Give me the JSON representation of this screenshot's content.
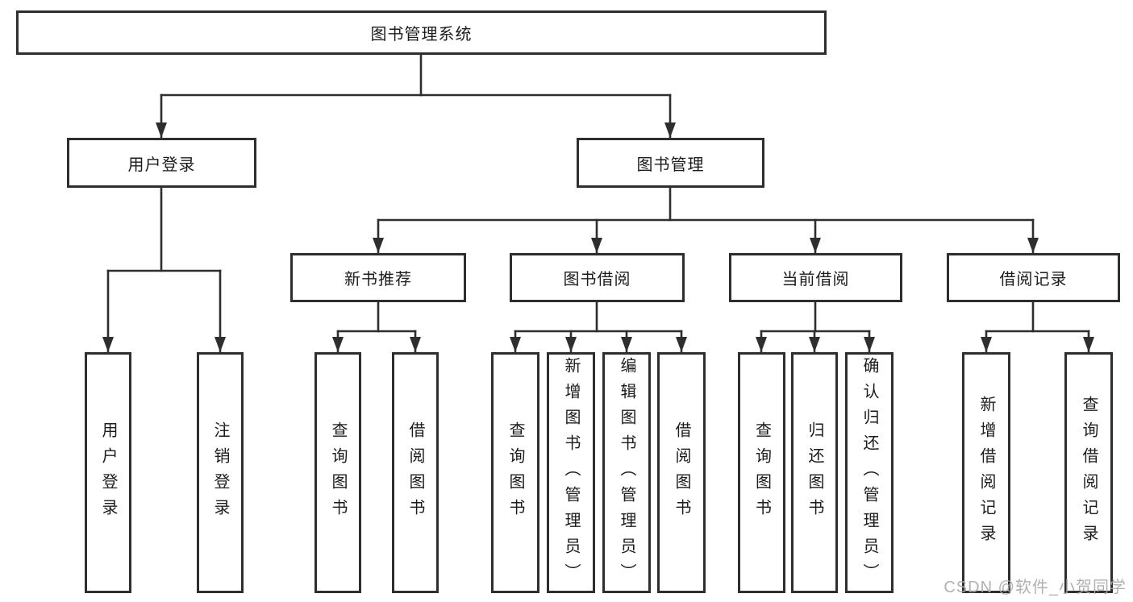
{
  "tree": {
    "root": {
      "label": "图书管理系统"
    },
    "level2": [
      {
        "label": "用户登录"
      },
      {
        "label": "图书管理"
      }
    ],
    "level3": [
      {
        "label": "新书推荐"
      },
      {
        "label": "图书借阅"
      },
      {
        "label": "当前借阅"
      },
      {
        "label": "借阅记录"
      }
    ],
    "leaves": [
      {
        "label": "用户登录",
        "parent": "用户登录"
      },
      {
        "label": "注销登录",
        "parent": "用户登录"
      },
      {
        "label": "查询图书",
        "parent": "新书推荐"
      },
      {
        "label": "借阅图书",
        "parent": "新书推荐"
      },
      {
        "label": "查询图书",
        "parent": "图书借阅"
      },
      {
        "label": "新增图书（管理员）",
        "parent": "图书借阅"
      },
      {
        "label": "编辑图书（管理员）",
        "parent": "图书借阅"
      },
      {
        "label": "借阅图书",
        "parent": "图书借阅"
      },
      {
        "label": "查询图书",
        "parent": "当前借阅"
      },
      {
        "label": "归还图书",
        "parent": "当前借阅"
      },
      {
        "label": "确认归还（管理员）",
        "parent": "当前借阅"
      },
      {
        "label": "新增借阅记录",
        "parent": "借阅记录"
      },
      {
        "label": "查询借阅记录",
        "parent": "借阅记录"
      }
    ]
  },
  "watermark": {
    "text": "CSDN @软件_小贺同学"
  },
  "colors": {
    "background": "#ffffff",
    "line": "#2e2e2e",
    "box_border": "#2e2e2e",
    "text": "#1c1c1c",
    "watermark": "#a8a8a8"
  }
}
